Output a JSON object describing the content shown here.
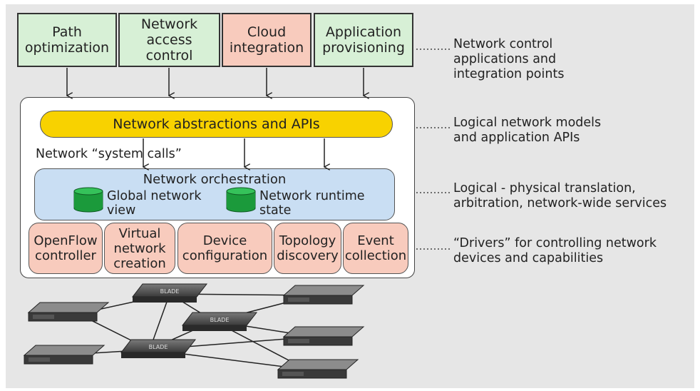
{
  "apps": [
    {
      "label": "Path\noptimization",
      "color": "#d7f0d6"
    },
    {
      "label": "Network\naccess\ncontrol",
      "color": "#d7f0d6"
    },
    {
      "label": "Cloud\nintegration",
      "color": "#f8cbbd"
    },
    {
      "label": "Application\nprovisioning",
      "color": "#d7f0d6"
    }
  ],
  "abstractions": {
    "label": "Network abstractions and APIs",
    "color": "#f8d200"
  },
  "system_calls": {
    "label": "Network “system calls”"
  },
  "orchestration": {
    "title": "Network orchestration",
    "db1": "Global network\nview",
    "db2": "Network runtime\nstate",
    "color": "#c9def3"
  },
  "drivers": [
    {
      "label": "OpenFlow\ncontroller"
    },
    {
      "label": "Virtual\nnetwork\ncreation"
    },
    {
      "label": "Device\nconfiguration"
    },
    {
      "label": "Topology\ndiscovery"
    },
    {
      "label": "Event\ncollection"
    }
  ],
  "layers": [
    {
      "label": "Network control\napplications and\nintegration points"
    },
    {
      "label": "Logical network models\nand application APIs"
    },
    {
      "label": "Logical - physical translation,\narbitration, network-wide services"
    },
    {
      "label": "“Drivers” for controlling network\ndevices and capabilities"
    }
  ],
  "switch_brand": "BLADE",
  "colors": {
    "green": "#d7f0d6",
    "salmon": "#f8cbbd",
    "yellow": "#f8d200",
    "blue": "#c9def3",
    "db_green": "#1b9a3b"
  }
}
